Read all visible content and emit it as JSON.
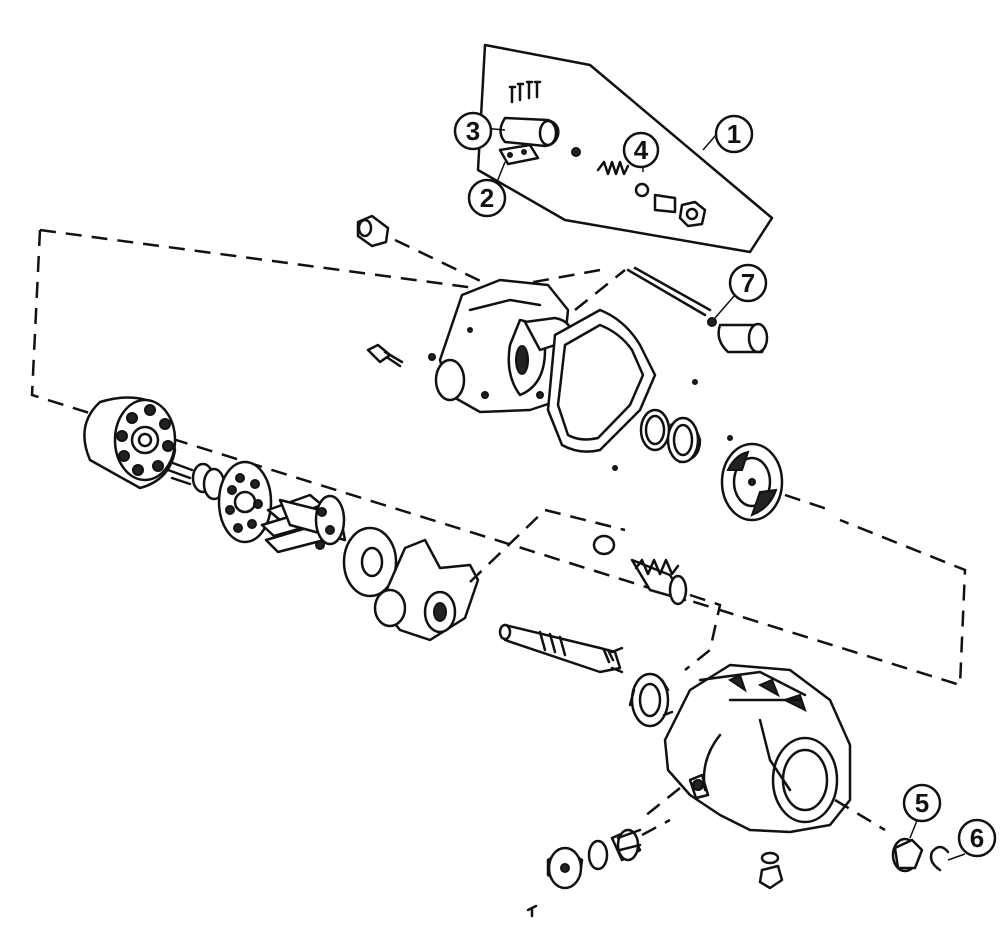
{
  "callouts": [
    {
      "id": "1",
      "label": "1"
    },
    {
      "id": "2",
      "label": "2"
    },
    {
      "id": "3",
      "label": "3"
    },
    {
      "id": "4",
      "label": "4"
    },
    {
      "id": "5",
      "label": "5"
    },
    {
      "id": "6",
      "label": "6"
    },
    {
      "id": "7",
      "label": "7"
    }
  ],
  "colors": {
    "ink": "#111111",
    "background": "#ffffff"
  }
}
